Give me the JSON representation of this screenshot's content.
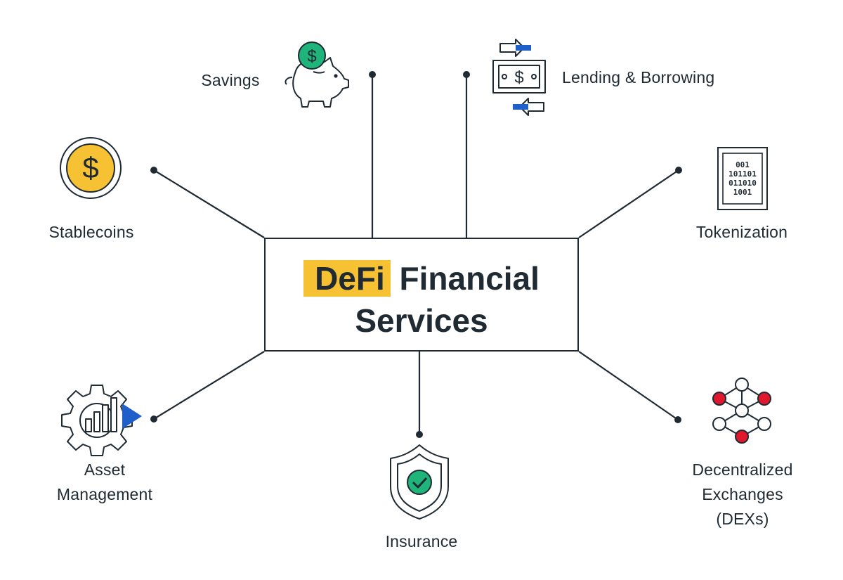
{
  "title": {
    "highlight": "DeFi",
    "rest": "Financial",
    "line2": "Services"
  },
  "nodes": {
    "savings": "Savings",
    "lending": "Lending & Borrowing",
    "stablecoins": "Stablecoins",
    "tokenization": "Tokenization",
    "asset_line1": "Asset",
    "asset_line2": "Management",
    "insurance": "Insurance",
    "dex_line1": "Decentralized",
    "dex_line2": "Exchanges",
    "dex_line3": "(DEXs)"
  },
  "icons": {
    "savings": "piggy-bank-icon",
    "lending": "banknote-arrows-icon",
    "stablecoins": "dollar-coin-icon",
    "tokenization": "binary-chip-icon",
    "asset_management": "gear-chart-icon",
    "insurance": "shield-check-icon",
    "dex": "network-nodes-icon",
    "coin_symbol": "$",
    "binary_rows": [
      "001",
      "101101",
      "011010",
      "1001"
    ]
  },
  "colors": {
    "ink": "#1f2a33",
    "highlight": "#f6c233",
    "green": "#1fb47a",
    "blue": "#1f5fc9",
    "red": "#e0182d"
  }
}
